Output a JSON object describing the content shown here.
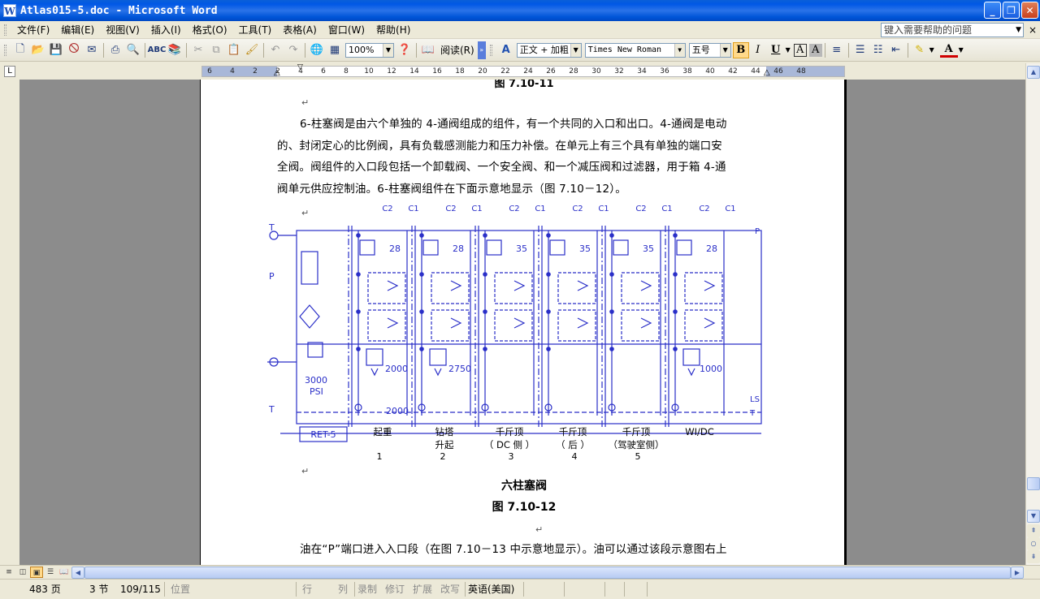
{
  "window": {
    "title": "Atlas015-5.doc - Microsoft Word",
    "minimize_glyph": "_",
    "maximize_glyph": "❐",
    "close_glyph": "✕"
  },
  "menu": {
    "items": [
      "文件(F)",
      "编辑(E)",
      "视图(V)",
      "插入(I)",
      "格式(O)",
      "工具(T)",
      "表格(A)",
      "窗口(W)",
      "帮助(H)"
    ],
    "help_placeholder": "键入需要帮助的问题",
    "close_glyph": "×"
  },
  "toolbar": {
    "zoom": "100%",
    "read_label": "阅读(R)",
    "style": "正文 + 加粗",
    "font": "Times New Roman",
    "size": "五号",
    "bold": "B",
    "italic": "I",
    "underline": "U",
    "char_border": "A",
    "char_shade": "A",
    "font_color": "A"
  },
  "ruler": {
    "tab_selector": "L",
    "labels": [
      "6",
      "4",
      "2",
      "2",
      "4",
      "6",
      "8",
      "10",
      "12",
      "14",
      "16",
      "18",
      "20",
      "22",
      "24",
      "26",
      "28",
      "30",
      "32",
      "34",
      "36",
      "38",
      "40",
      "42",
      "44",
      "46",
      "48"
    ]
  },
  "document": {
    "prev_caption": "图 7.10-11",
    "paragraph_lines": [
      "6-柱塞阀是由六个单独的 4-通阀组成的组件，有一个共同的入口和出口。4-通阀是电动",
      "的、封闭定心的比例阀，具有负载感测能力和压力补偿。在单元上有三个具有单独的端口安",
      "全阀。阀组件的入口段包括一个卸载阀、一个安全阀、和一个减压阀和过滤器，用于箱 4-通",
      "阀单元供应控制油。6-柱塞阀组件在下面示意地显示（图 7.10－12）。"
    ],
    "diagram": {
      "port_labels": [
        "C2",
        "C1",
        "C2",
        "C1",
        "C2",
        "C1",
        "C2",
        "C1",
        "C2",
        "C1",
        "C2",
        "C1"
      ],
      "setting_labels": [
        "28",
        "28",
        "35",
        "35",
        "35",
        "28"
      ],
      "pressure_labels": [
        "2000",
        "2750",
        "1000",
        "2000"
      ],
      "psi_label": "3000",
      "psi_unit": "PSI",
      "left_ports": [
        "T",
        "P",
        "T"
      ],
      "right_ports": [
        "P",
        "LS",
        "T"
      ],
      "ret_label": "RET-5",
      "section_names": [
        "起重",
        "钻塔",
        "千斤顶",
        "千斤顶",
        "千斤顶",
        "WI/DC"
      ],
      "section_sub": [
        "",
        "升起",
        "（ DC 侧 ）",
        "（ 后 ）",
        "（驾驶室侧）",
        ""
      ],
      "section_numbers": [
        "1",
        "2",
        "3",
        "4",
        "5"
      ]
    },
    "caption_title": "六柱塞阀",
    "caption_number": "图 7.10-12",
    "next_line": "油在“P”端口进入入口段（在图 7.10－13 中示意地显示）。油可以通过该段示意图右上"
  },
  "status": {
    "page": "483 页",
    "section": "3 节",
    "page_of": "109/115",
    "position": "位置",
    "line": "行",
    "col": "列",
    "rec": "录制",
    "trk": "修订",
    "ext": "扩展",
    "ovr": "改写",
    "language": "英语(美国)"
  },
  "colors": {
    "title_bar": "#0058e6",
    "diagram_blue": "#2a2fc8",
    "page_background": "#8c8c8c"
  }
}
